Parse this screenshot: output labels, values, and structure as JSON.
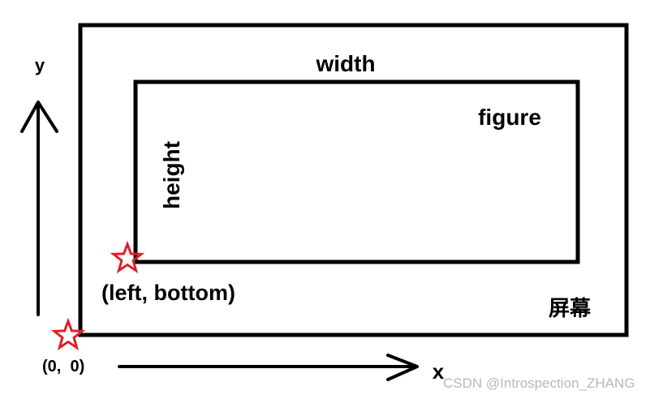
{
  "labels": {
    "y_axis": "y",
    "x_axis": "x",
    "width": "width",
    "figure": "figure",
    "height": "height",
    "left_bottom": "(left, bottom)",
    "origin": "(0,  0)",
    "screen": "屏幕"
  },
  "watermark": "CSDN @Introspection_ZHANG",
  "colors": {
    "stroke": "#000000",
    "star": "#e0202a",
    "watermark": "#b8b8b8"
  },
  "icons": {
    "origin_marker": "star-outline-icon",
    "corner_marker": "star-outline-icon"
  }
}
